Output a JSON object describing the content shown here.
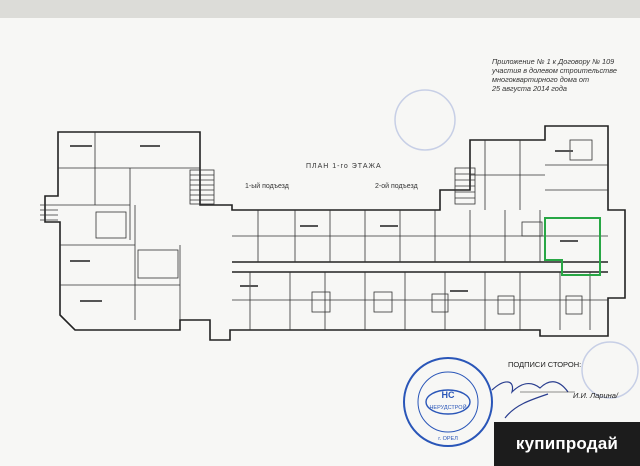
{
  "document": {
    "annex": [
      "Приложение № 1 к Договору № 109",
      "участия в долевом строительстве",
      "многоквартирного дома от",
      "25 августа 2014 года"
    ],
    "plan_title": "ПЛАН 1-го ЭТАЖА",
    "entrance_1": "1-ый подъезд",
    "entrance_2": "2-ой подъезд",
    "signatures_label": "ПОДПИСИ СТОРОН:",
    "signatory": "И.И. Ларина/"
  },
  "stamp": {
    "center_text": "НЕРУДСТРОЙ",
    "city": "г. ОРЕЛ",
    "color": "#2a56b8"
  },
  "watermark": {
    "label": "купипродай"
  }
}
